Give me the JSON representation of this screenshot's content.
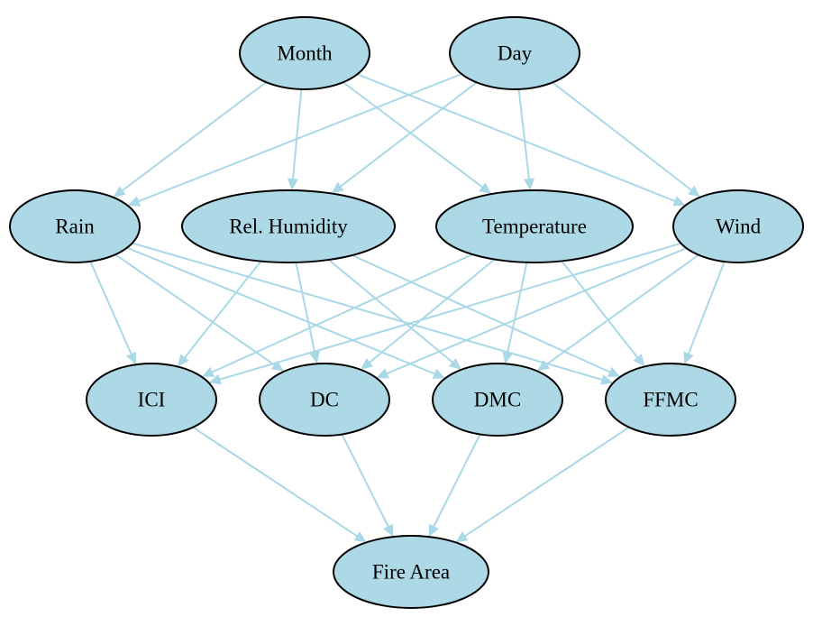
{
  "graph": {
    "nodes": [
      {
        "id": "month",
        "label": "Month"
      },
      {
        "id": "day",
        "label": "Day"
      },
      {
        "id": "rain",
        "label": "Rain"
      },
      {
        "id": "humidity",
        "label": "Rel. Humidity"
      },
      {
        "id": "temperature",
        "label": "Temperature"
      },
      {
        "id": "wind",
        "label": "Wind"
      },
      {
        "id": "ici",
        "label": "ICI"
      },
      {
        "id": "dc",
        "label": "DC"
      },
      {
        "id": "dmc",
        "label": "DMC"
      },
      {
        "id": "ffmc",
        "label": "FFMC"
      },
      {
        "id": "fire_area",
        "label": "Fire Area"
      }
    ],
    "edges": [
      [
        "month",
        "rain"
      ],
      [
        "month",
        "humidity"
      ],
      [
        "month",
        "temperature"
      ],
      [
        "month",
        "wind"
      ],
      [
        "day",
        "rain"
      ],
      [
        "day",
        "humidity"
      ],
      [
        "day",
        "temperature"
      ],
      [
        "day",
        "wind"
      ],
      [
        "rain",
        "ici"
      ],
      [
        "rain",
        "dc"
      ],
      [
        "rain",
        "dmc"
      ],
      [
        "rain",
        "ffmc"
      ],
      [
        "humidity",
        "ici"
      ],
      [
        "humidity",
        "dc"
      ],
      [
        "humidity",
        "dmc"
      ],
      [
        "humidity",
        "ffmc"
      ],
      [
        "temperature",
        "ici"
      ],
      [
        "temperature",
        "dc"
      ],
      [
        "temperature",
        "dmc"
      ],
      [
        "temperature",
        "ffmc"
      ],
      [
        "wind",
        "ici"
      ],
      [
        "wind",
        "dc"
      ],
      [
        "wind",
        "dmc"
      ],
      [
        "wind",
        "ffmc"
      ],
      [
        "ici",
        "fire_area"
      ],
      [
        "dc",
        "fire_area"
      ],
      [
        "dmc",
        "fire_area"
      ],
      [
        "ffmc",
        "fire_area"
      ]
    ],
    "colors": {
      "node_fill": "#add8e6",
      "node_stroke": "#000000",
      "edge": "#a9d8e6"
    }
  }
}
